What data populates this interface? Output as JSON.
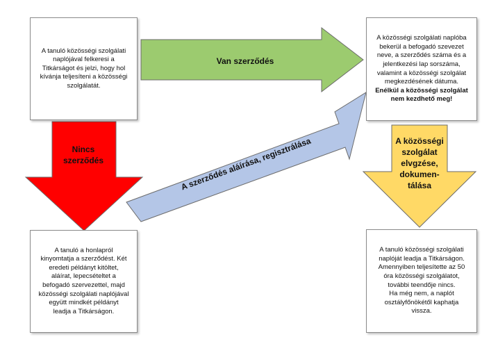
{
  "boxes": {
    "top_left": "A tanuló közösségi szolgálati\nnaplójával felkeresi a\nTitkárságot és jelzi, hogy hol\nkívánja teljesíteni a közösségi\nszolgálatát.",
    "top_right": "A közösségi szolgálati naplóba\nbekerül a befogadó szevezet\nneve, a szerződés száma és a\njelentkezési lap sorszáma,\nvalamint a közösségi szolgálat\nmegkezdésének dátuma.",
    "top_right_bold": "Enélkül a közösségi szolgálat\nnem kezdhető meg!",
    "bottom_left": "A tanuló a honlapról\nkinyomtatja a szerződést. Két\neredeti példányt kitöltet,\naláírat, lepecsételtet a\nbefogadó szervezettel, majd\nközösségi szolgálati naplójával\negyütt mindkét példányt\nleadja a Titkárságon.",
    "bottom_right": "A tanuló közösségi szolgálati\nnaplóját leadja a Titkárságon.\nAmennyiben teljesítette az 50\nóra közösségi szolgálatot,\ntovábbi teendője nincs.\nHa még nem, a naplót\nosztályfőnökétől kaphatja\nvissza."
  },
  "arrows": {
    "green_label": "Van szerződés",
    "red_label": "Nincs\nszerződés",
    "blue_label": "A szerződés aláírása, regisztrálása",
    "yellow_label": "A közösségi\nszolgálat\nelvgzése,\ndokumen-\ntálása"
  },
  "colors": {
    "green": "#9ccb6f",
    "red": "#ff0000",
    "blue": "#b4c6e7",
    "yellow": "#ffd966",
    "arrow_stroke": "#6b6b6b"
  }
}
